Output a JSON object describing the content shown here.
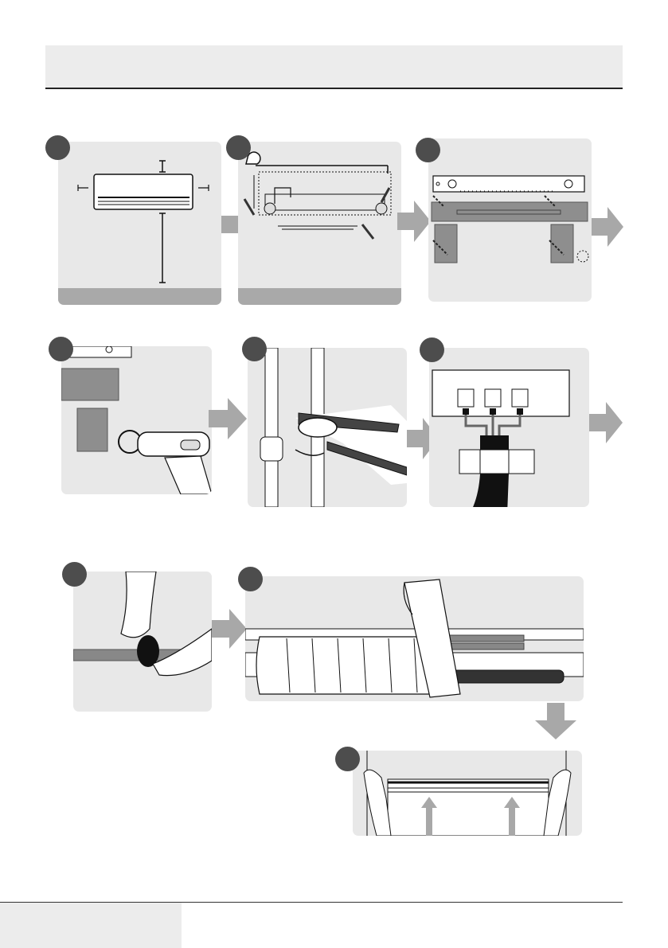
{
  "page": {
    "header_title": "",
    "footer_label": ""
  },
  "steps": [
    {
      "id": 1,
      "label": "",
      "icon": "clearance-measurement-illustration"
    },
    {
      "id": 2,
      "label": "",
      "icon": "wall-marking-illustration"
    },
    {
      "id": 3,
      "label": "",
      "icon": "mounting-plate-leveling-illustration"
    },
    {
      "id": 4,
      "label": "",
      "icon": "drilling-anchor-illustration"
    },
    {
      "id": 5,
      "label": "",
      "icon": "pipe-wrench-illustration"
    },
    {
      "id": 6,
      "label": "",
      "icon": "terminal-block-wiring-illustration"
    },
    {
      "id": 7,
      "label": "",
      "icon": "drain-hose-taping-illustration"
    },
    {
      "id": 8,
      "label": "",
      "icon": "pipe-wrapping-illustration"
    },
    {
      "id": 9,
      "label": "",
      "icon": "unit-hanging-illustration"
    }
  ],
  "colors": {
    "panel_bg": "#e8e8e8",
    "step_dot": "#4d4d4d",
    "flow_arrow": "#a8a8a8",
    "header_band": "#ececec",
    "floor": "#a9a9a9"
  }
}
